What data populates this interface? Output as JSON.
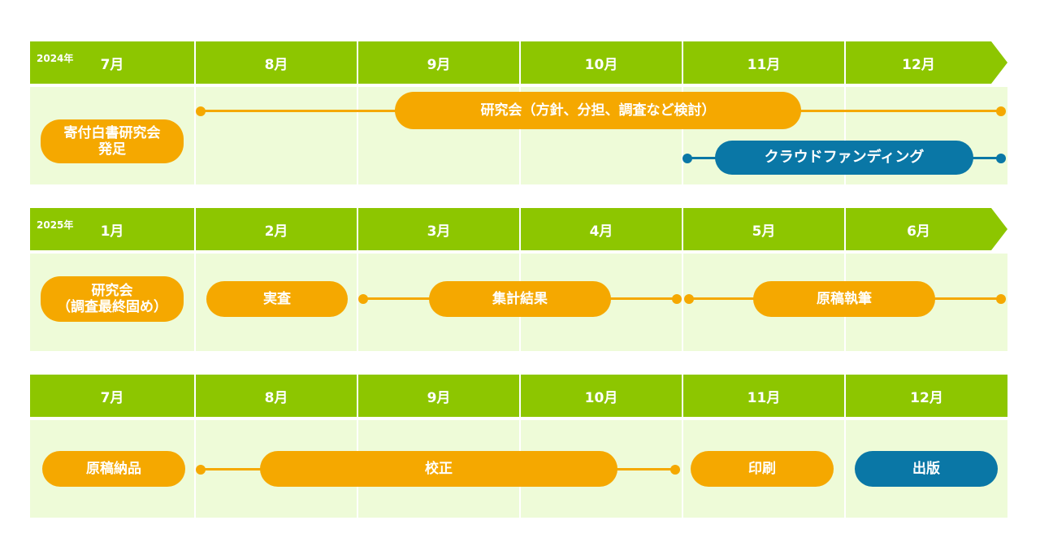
{
  "rows": [
    {
      "year": "2024年",
      "months": [
        "7月",
        "8月",
        "9月",
        "10月",
        "11月",
        "12月"
      ],
      "tasks": {
        "t1": "寄付白書研究会\n発足",
        "t2": "研究会（方針、分担、調査など検討）",
        "t3": "クラウドファンディング"
      }
    },
    {
      "year": "2025年",
      "months": [
        "1月",
        "2月",
        "3月",
        "4月",
        "5月",
        "6月"
      ],
      "tasks": {
        "t1": "研究会\n（調査最終固め）",
        "t2": "実査",
        "t3": "集計結果",
        "t4": "原稿執筆"
      }
    },
    {
      "year": "",
      "months": [
        "7月",
        "8月",
        "9月",
        "10月",
        "11月",
        "12月"
      ],
      "tasks": {
        "t1": "原稿納品",
        "t2": "校正",
        "t3": "印刷",
        "t4": "出版"
      }
    }
  ],
  "colors": {
    "header": "#8dc600",
    "body": "#eefbd8",
    "orange": "#f5a800",
    "blue": "#0a77a6"
  }
}
